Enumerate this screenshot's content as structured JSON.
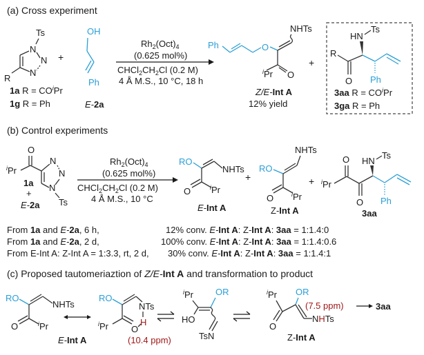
{
  "colors": {
    "text": "#1a1a1a",
    "bond": "#333333",
    "highlight_blue": "#2a9fd6",
    "nmr_red": "#a01818"
  },
  "section_a": {
    "label": "(a) Cross experiment",
    "reactant1": {
      "sub": "Ts",
      "n1": "N",
      "n2": "N",
      "n3": "N",
      "r": "R",
      "entries": [
        {
          "id": "1a",
          "r_label": " R = CO",
          "sup": "i",
          "tail": "Pr"
        },
        {
          "id": "1g",
          "r_label": " R = Ph"
        }
      ]
    },
    "plus": "+",
    "reactant2": {
      "oh": "OH",
      "ph": "Ph",
      "prefix": "E-",
      "id": "2a"
    },
    "conditions": {
      "catalyst": "Rh",
      "catalyst_sub": "2",
      "catalyst_tail": "(Oct)",
      "catalyst_sub2": "4",
      "loading": "(0.625 mol%)",
      "solvent": "CHCl",
      "solvent_sub": "2",
      "solvent_mid": "CH",
      "solvent_sub2": "2",
      "solvent_tail": "Cl (0.2 M)",
      "additives": "4 Å M.S., 10 °C, 18 h"
    },
    "product1": {
      "ph": "Ph",
      "o": "O",
      "nhts": "NHTs",
      "ipr_sup": "i",
      "ipr": "Pr",
      "carbonyl_o": "O",
      "label_prefix": "Z/E-",
      "label": "Int A",
      "yield": "12% yield"
    },
    "product2": {
      "hn": "HN",
      "ts": "Ts",
      "r": "R",
      "o": "O",
      "ph": "Ph",
      "entries": [
        {
          "id": "3aa",
          "r_label": " R = CO",
          "sup": "i",
          "tail": "Pr"
        },
        {
          "id": "3ga",
          "r_label": " R = Ph"
        }
      ]
    }
  },
  "section_b": {
    "label": "(b) Control experiments",
    "reactant": {
      "o": "O",
      "ipr_sup": "i",
      "ipr": "Pr",
      "n1": "N",
      "n2": "N",
      "n3": "N",
      "ts": "Ts",
      "id": "1a",
      "plus": "+",
      "id2_prefix": "E-",
      "id2": "2a"
    },
    "conditions": {
      "catalyst": "Rh",
      "catalyst_sub": "2",
      "catalyst_tail": "(Oct)",
      "catalyst_sub2": "4",
      "loading": "(0.625 mol%)",
      "solvent": "CHCl",
      "solvent_sub": "2",
      "solvent_mid": "CH",
      "solvent_sub2": "2",
      "solvent_tail": "Cl  (0.2 M)",
      "additives": "4 Å M.S., 10 °C"
    },
    "products": [
      {
        "ro": "RO",
        "nhts": "NHTs",
        "o": "O",
        "ipr_sup": "i",
        "ipr": "Pr",
        "label_prefix": "E-",
        "label": "Int A"
      },
      {
        "ro": "RO",
        "nhts": "NHTs",
        "o": "O",
        "ipr_sup": "i",
        "ipr": "Pr",
        "label_prefix": "Z-",
        "label": "Int A"
      },
      {
        "o1": "O",
        "o2": "O",
        "hn": "HN",
        "ts": "Ts",
        "ipr_sup": "i",
        "ipr": "Pr",
        "ph": "Ph",
        "label": "3aa"
      }
    ],
    "plus": "+",
    "results": [
      {
        "from": "From ",
        "a": "1a",
        "and": " and ",
        "b_prefix": "E-",
        "b": "2a",
        "time": ", 6 h,",
        "conv": "12% conv. ",
        "ratio": "1:1.4:0"
      },
      {
        "from": "From ",
        "a": "1a",
        "and": " and ",
        "b_prefix": "E-",
        "b": "2a",
        "time": ", 2 d,",
        "conv": "100% conv. ",
        "ratio": "1:1.4:0.6"
      },
      {
        "from": "From ",
        "start": "E-Int A: Z-Int A = 1:3.3, rt, 2 d,",
        "conv": "30% conv. ",
        "ratio": "1:1.4:1"
      }
    ],
    "ratio_label": {
      "e_prefix": "E-",
      "e": "Int A",
      "sep": ": ",
      "z_prefix": "Z-",
      "z": "Int A",
      "p": "3aa",
      "eq": " = "
    }
  },
  "section_c": {
    "label_prefix": "(c)  Proposed tautomeriaztion of ",
    "label_zE": "Z/E-",
    "label_int": "Int A",
    "label_suffix": " and transformation to product",
    "structures": {
      "s1": {
        "ro": "RO",
        "nhts": "NHTs",
        "o": "O",
        "ipr_sup": "i",
        "ipr": "Pr",
        "label_prefix": "E-",
        "label": "Int A"
      },
      "s2": {
        "ro": "RO",
        "nts": "NTs",
        "h": "H",
        "o": "O",
        "ipr_sup": "i",
        "ipr": "Pr",
        "nmr": "(10.4 ppm)"
      },
      "s3": {
        "ipr_sup": "i",
        "ipr": "Pr",
        "or": "OR",
        "ho": "HO",
        "tsn": "TsN"
      },
      "s4": {
        "ipr_sup": "i",
        "ipr": "Pr",
        "or": "OR",
        "o": "O",
        "nmr": "(7.5 ppm)",
        "n": "N",
        "h": "H",
        "ts": "Ts",
        "label_prefix": "Z-",
        "label": "Int A"
      },
      "product": "3aa"
    }
  }
}
